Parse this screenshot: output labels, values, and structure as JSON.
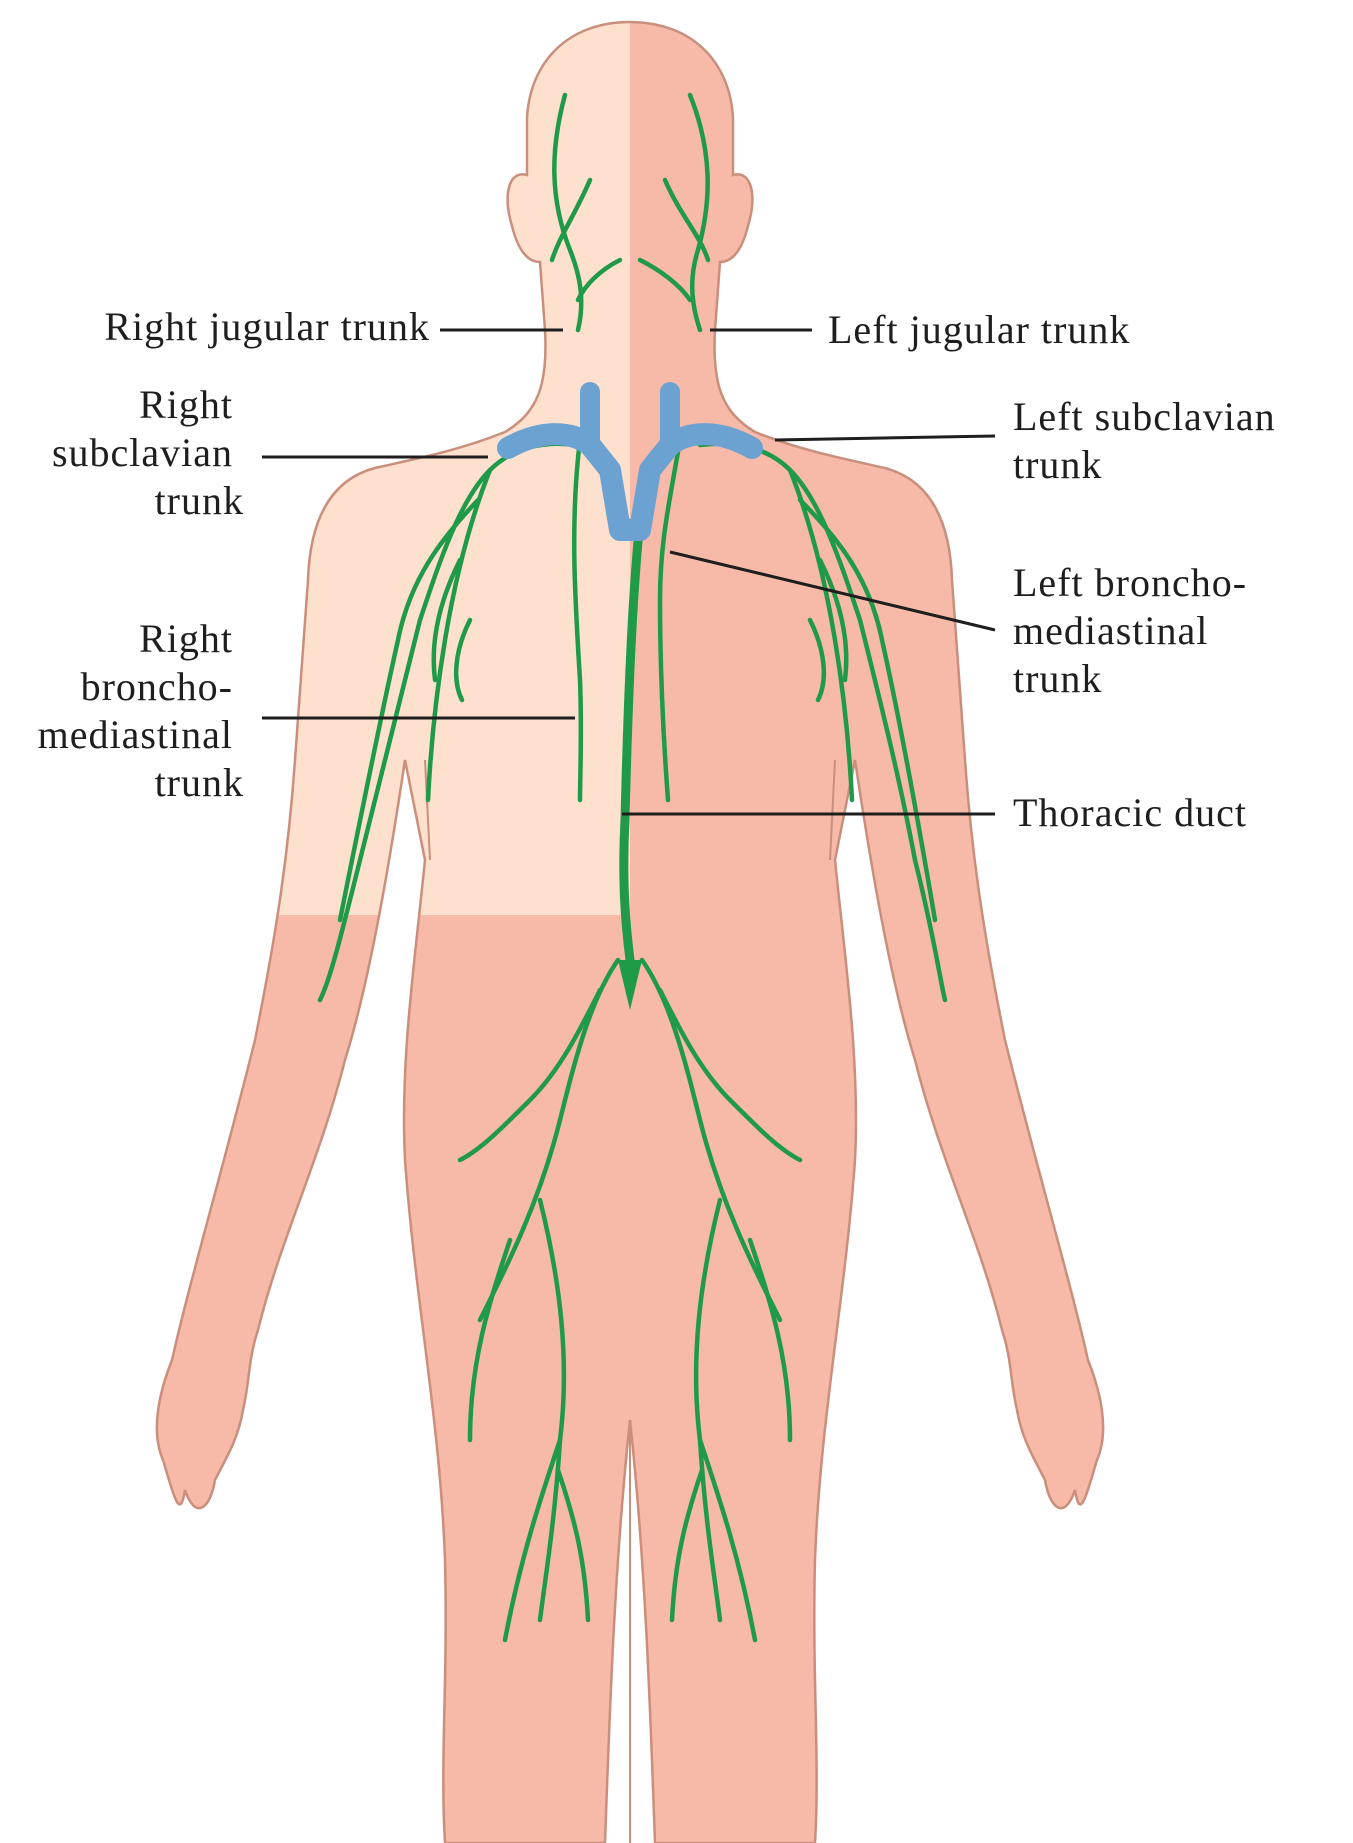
{
  "labels": {
    "right_jugular": [
      "Right jugular trunk"
    ],
    "left_jugular": [
      "Left jugular trunk"
    ],
    "right_subclavian": [
      "Right",
      "subclavian",
      "trunk"
    ],
    "left_subclavian": [
      "Left subclavian",
      "trunk"
    ],
    "left_broncho": [
      "Left broncho-",
      "mediastinal",
      "trunk"
    ],
    "right_broncho": [
      "Right",
      "broncho-",
      "mediastinal",
      "trunk"
    ],
    "thoracic_duct": [
      "Thoracic duct"
    ]
  },
  "colors": {
    "skin_light": "#fde0cd",
    "skin_dark": "#f7b9a8",
    "skin_outline": "#c98f7c",
    "lymph_vessel": "#1f9a48",
    "vein": "#6ba2d1",
    "leader_line": "#1e1e1e"
  }
}
